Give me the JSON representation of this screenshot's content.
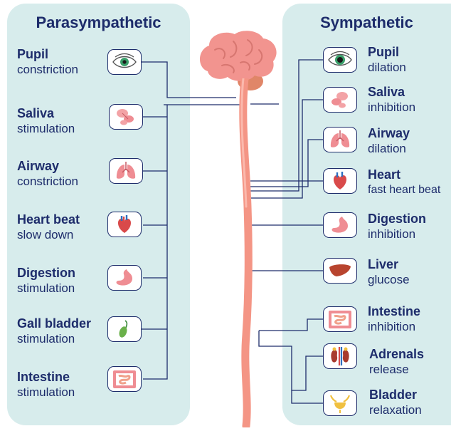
{
  "parasympathetic": {
    "title": "Parasympathetic",
    "items": [
      {
        "title": "Pupil",
        "subtitle": "constriction",
        "icon": "eye-icon"
      },
      {
        "title": "Saliva",
        "subtitle": "stimulation",
        "icon": "salivary-gland-icon"
      },
      {
        "title": "Airway",
        "subtitle": "constriction",
        "icon": "lungs-icon"
      },
      {
        "title": "Heart beat",
        "subtitle": "slow down",
        "icon": "heart-icon"
      },
      {
        "title": "Digestion",
        "subtitle": "stimulation",
        "icon": "stomach-icon"
      },
      {
        "title": "Gall bladder",
        "subtitle": "stimulation",
        "icon": "gall-bladder-icon"
      },
      {
        "title": "Intestine",
        "subtitle": "stimulation",
        "icon": "intestine-icon"
      }
    ]
  },
  "sympathetic": {
    "title": "Sympathetic",
    "items": [
      {
        "title": "Pupil",
        "subtitle": "dilation",
        "icon": "eye-icon"
      },
      {
        "title": "Saliva",
        "subtitle": "inhibition",
        "icon": "salivary-gland-icon"
      },
      {
        "title": "Airway",
        "subtitle": "dilation",
        "icon": "lungs-icon"
      },
      {
        "title": "Heart",
        "subtitle": "fast heart beat",
        "icon": "heart-icon"
      },
      {
        "title": "Digestion",
        "subtitle": "inhibition",
        "icon": "stomach-icon"
      },
      {
        "title": "Liver",
        "subtitle": "glucose",
        "icon": "liver-icon"
      },
      {
        "title": "Intestine",
        "subtitle": "inhibition",
        "icon": "intestine-icon"
      },
      {
        "title": "Adrenals",
        "subtitle": "release",
        "icon": "kidneys-icon"
      },
      {
        "title": "Bladder",
        "subtitle": "relaxation",
        "icon": "bladder-icon"
      }
    ]
  },
  "colors": {
    "panel": "#d7ecec",
    "text": "#1d2c6b",
    "line": "#1d2c6b",
    "brain": "#f2948f",
    "spine": "#f49585"
  }
}
